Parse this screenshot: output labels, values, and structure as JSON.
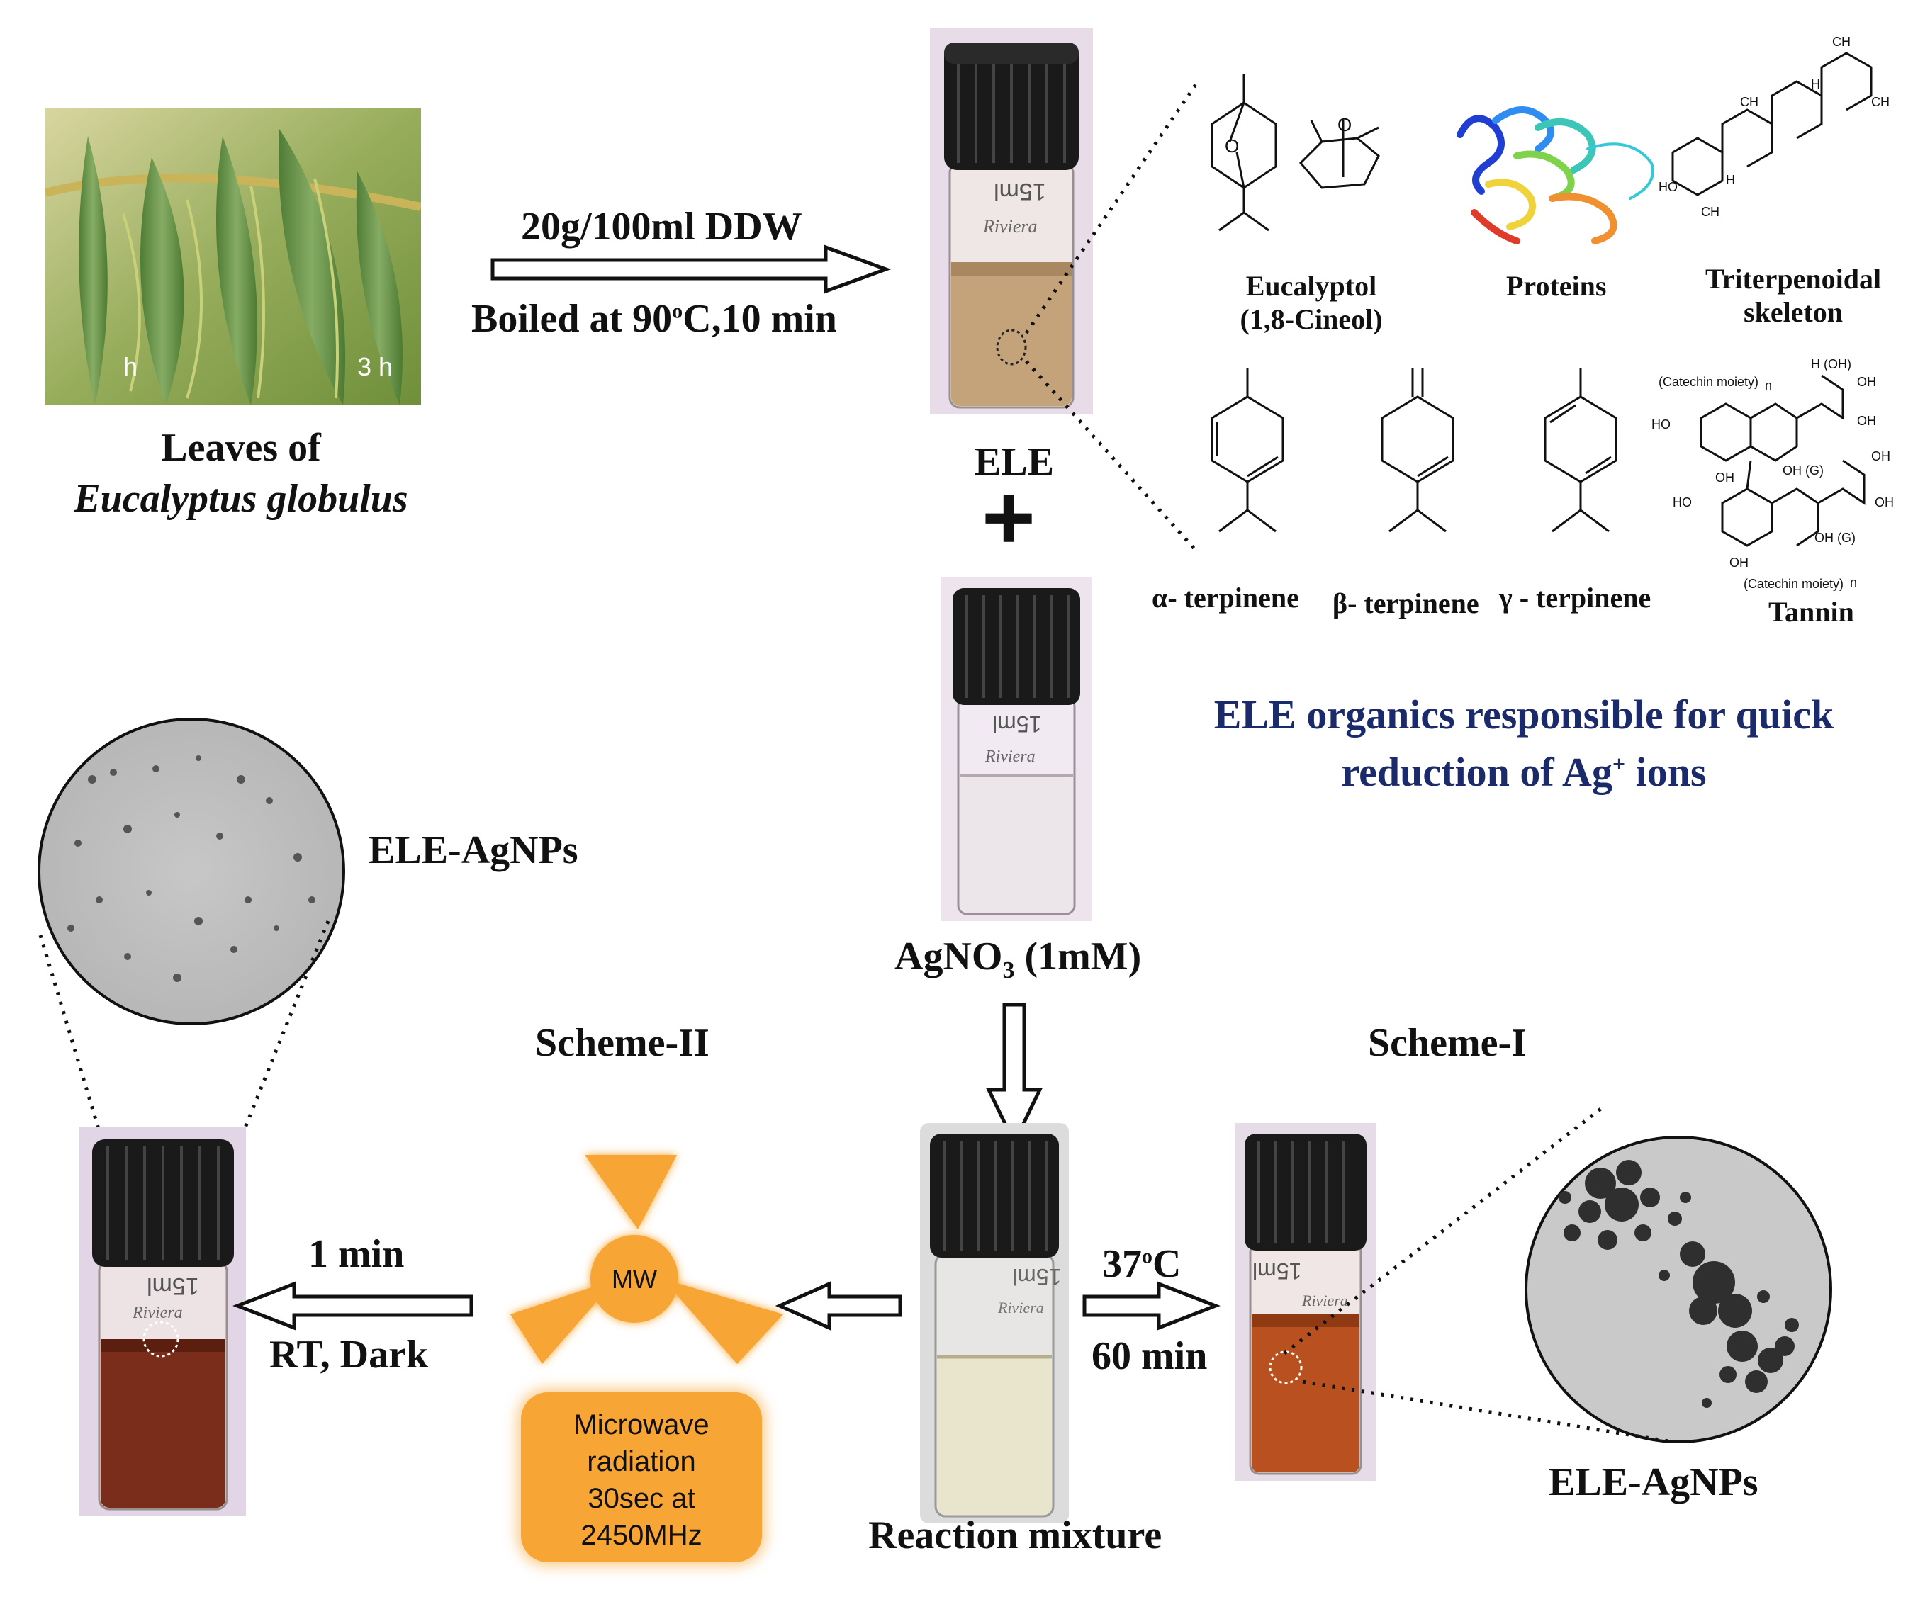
{
  "leaves": {
    "photo_text_left": "h",
    "photo_text_right": "3 h",
    "caption_line1": "Leaves of",
    "caption_line2": "Eucalyptus globulus"
  },
  "step1": {
    "top": "20g/100ml DDW",
    "bottom_prefix": "Boiled at 90",
    "bottom_sup": "o",
    "bottom_suffix": "C,10 min"
  },
  "vial_text": {
    "volume": "15ml",
    "brand": "Riviera"
  },
  "ele_label": "ELE",
  "plus": "+",
  "agno3": {
    "prefix": "AgNO",
    "sub": "3",
    "suffix": " (1mM)"
  },
  "molecules": {
    "eucalyptol_line1": "Eucalyptol",
    "eucalyptol_line2": "(1,8-Cineol)",
    "proteins": "Proteins",
    "triterpenoidal_line1": "Triterpenoidal",
    "triterpenoidal_line2": "skeleton",
    "alpha": "α- terpinene",
    "beta": "β- terpinene",
    "gamma": "γ - terpinene",
    "tannin": "Tannin",
    "atoms": {
      "o": "O",
      "h": "H",
      "ch3": "CH",
      "ho": "HO",
      "oh": "OH",
      "h_oh": "H (OH)",
      "oh_g": "OH (G)",
      "catechin_moiety": "(Catechin moiety)",
      "n": "n"
    }
  },
  "organics_line1": "ELE organics  responsible for quick",
  "organics_line2_prefix": "reduction of Ag",
  "organics_line2_sup": "+",
  "organics_line2_suffix": " ions",
  "scheme2": {
    "title": "Scheme-II",
    "arrow_top": "1 min",
    "arrow_bottom": "RT, Dark",
    "mw": "MW",
    "box_line1": "Microwave",
    "box_line2": "radiation",
    "box_line3": "30sec at",
    "box_line4": "2450MHz"
  },
  "scheme1": {
    "title": "Scheme-I",
    "arrow_top_prefix": "37",
    "arrow_top_sup": "o",
    "arrow_top_suffix": "C",
    "arrow_bottom": "60 min"
  },
  "reaction_mixture": "Reaction mixture",
  "agnps_left": "ELE-AgNPs",
  "agnps_right": "ELE-AgNPs",
  "colors": {
    "orange": "#f7a534",
    "navy": "#1b2a6b",
    "leaf": "#5f8f3a",
    "ele_liquid": "#c4a37b",
    "agnp_liquid": "#7a2d1a"
  }
}
